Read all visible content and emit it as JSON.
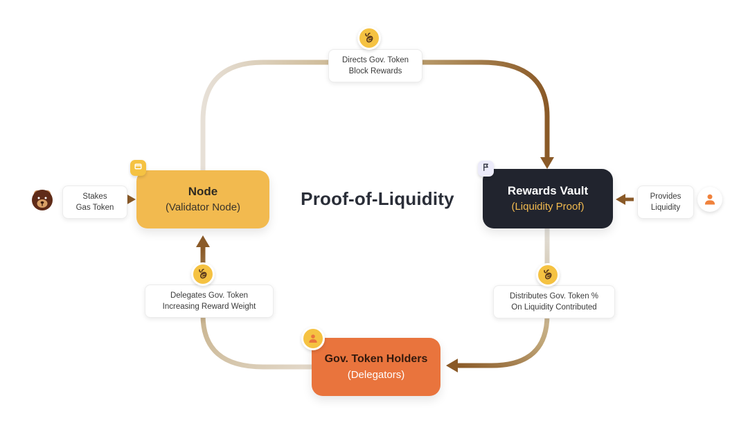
{
  "title": "Proof-of-Liquidity",
  "boxes": {
    "node": {
      "title": "Node",
      "subtitle": "(Validator Node)",
      "bg": "#F2BA4F"
    },
    "rewards_vault": {
      "title": "Rewards Vault",
      "subtitle": "(Liquidity Proof)",
      "bg": "#21242E"
    },
    "gov_token_holders": {
      "title": "Gov. Token Holders",
      "subtitle": "(Delegators)",
      "bg": "#E9743D"
    }
  },
  "labels": {
    "stakes": {
      "line1": "Stakes",
      "line2": "Gas Token"
    },
    "directs": {
      "line1": "Directs Gov. Token",
      "line2": "Block Rewards"
    },
    "provides": {
      "line1": "Provides",
      "line2": "Liquidity"
    },
    "distributes": {
      "line1": "Distributes Gov. Token %",
      "line2": "On Liquidity Contributed"
    },
    "delegates": {
      "line1": "Delegates Gov. Token",
      "line2": "Increasing Reward Weight"
    }
  },
  "icons": {
    "bear": "bear-icon",
    "gov_token": "bee-token-icon",
    "person": "person-icon",
    "node_badge": "card-icon",
    "vault_badge": "flag-icon"
  },
  "colors": {
    "arrow_brown": "#8A5A28",
    "arrow_light": "#E6DFD4",
    "node_box": "#F2BA4F",
    "vault_box": "#21242E",
    "holders_box": "#E9743D",
    "vault_subtitle": "#F2BA4F",
    "token_icon_bg": "#F5C242",
    "person_icon": "#F0823C",
    "bear_icon": "#5F2B18"
  }
}
